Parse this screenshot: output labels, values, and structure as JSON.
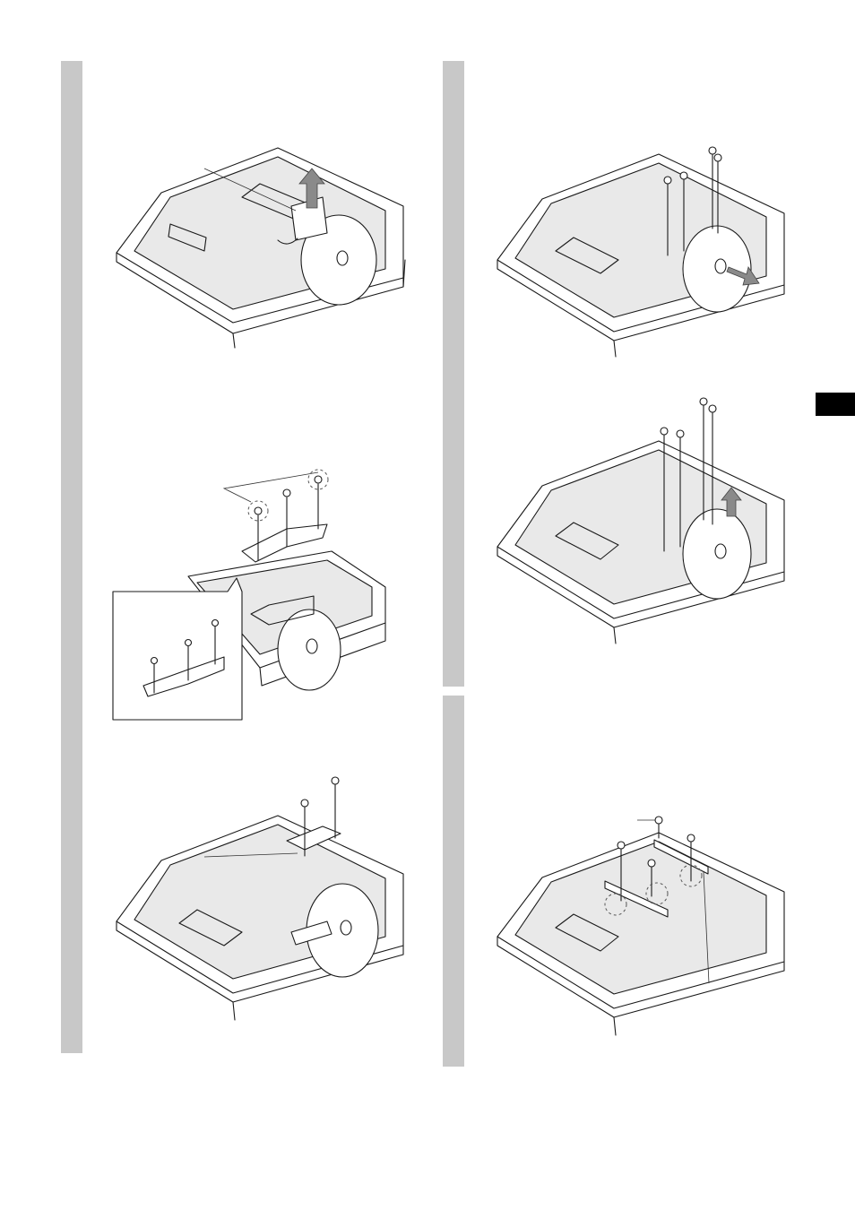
{
  "page": {
    "background": "#ffffff",
    "bar_color": "#c8c8c8",
    "tab_color": "#000000"
  },
  "illustrations": [
    {
      "id": "fig-1",
      "depicts": "tv-rear-lift-cable-cover-icon"
    },
    {
      "id": "fig-2",
      "depicts": "tv-rear-bracket-screws-with-inset"
    },
    {
      "id": "fig-3",
      "depicts": "tv-rear-bracket-attached"
    },
    {
      "id": "fig-4",
      "depicts": "tv-rear-remove-stand-screws"
    },
    {
      "id": "fig-5",
      "depicts": "tv-rear-lift-stand"
    },
    {
      "id": "fig-6",
      "depicts": "tv-rear-wall-mount-brackets"
    }
  ]
}
